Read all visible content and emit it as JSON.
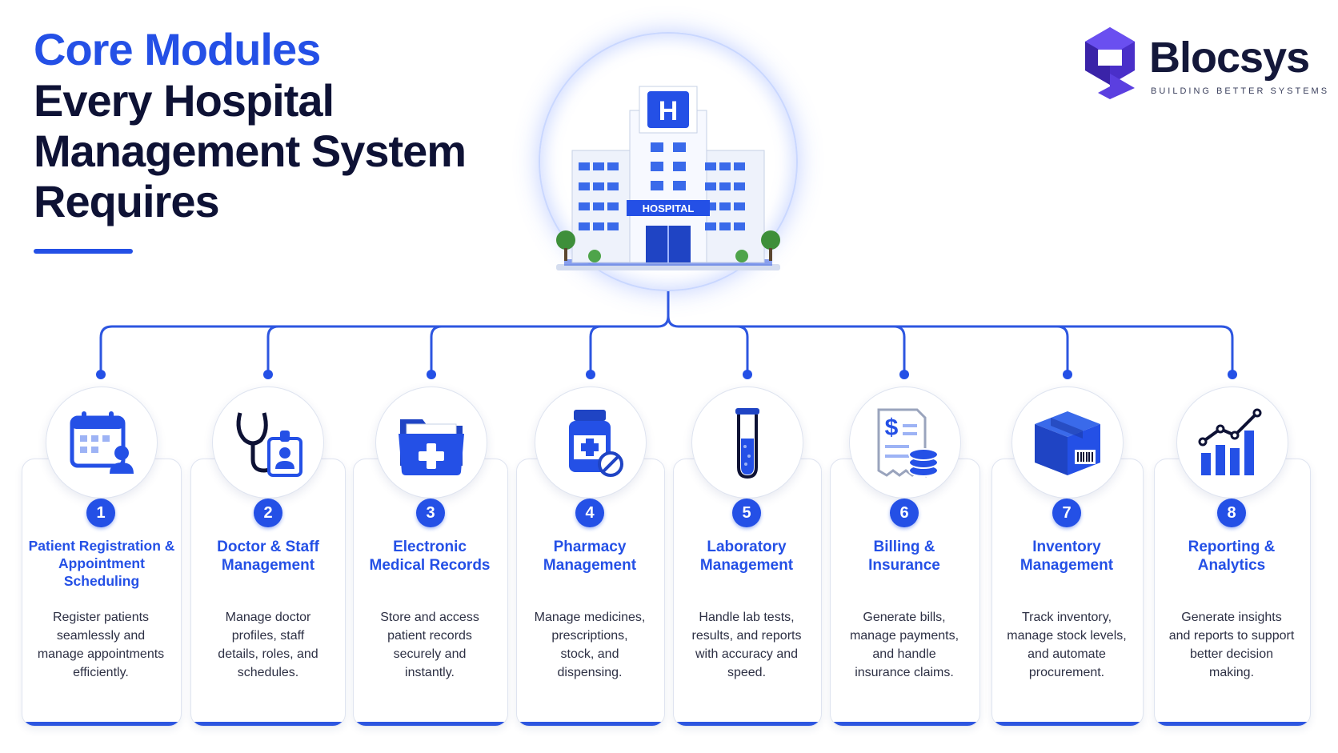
{
  "title": {
    "accent": "Core Modules",
    "main": "Every Hospital\nManagement System\nRequires"
  },
  "logo": {
    "name": "Blocsys",
    "tagline": "BUILDING BETTER SYSTEMS"
  },
  "hub": {
    "sign_letter": "H",
    "building_label": "HOSPITAL"
  },
  "colors": {
    "accent": "#2450e6",
    "dark_text": "#0e1235",
    "line": "#2d56e0"
  },
  "modules": [
    {
      "number": "1",
      "icon": "calendar-user-icon",
      "title": "Patient Registration &\nAppointment\nScheduling",
      "description": "Register patients\nseamlessly and\nmanage appointments\nefficiently."
    },
    {
      "number": "2",
      "icon": "stethoscope-badge-icon",
      "title": "Doctor & Staff\nManagement",
      "description": "Manage doctor\nprofiles, staff\ndetails, roles, and\nschedules."
    },
    {
      "number": "3",
      "icon": "medical-folder-icon",
      "title": "Electronic\nMedical Records",
      "description": "Store and access\npatient records\nsecurely and\ninstantly."
    },
    {
      "number": "4",
      "icon": "medicine-bottle-icon",
      "title": "Pharmacy\nManagement",
      "description": "Manage medicines,\nprescriptions,\nstock, and\ndispensing."
    },
    {
      "number": "5",
      "icon": "test-tube-icon",
      "title": "Laboratory\nManagement",
      "description": "Handle lab tests,\nresults, and reports\nwith accuracy and\nspeed."
    },
    {
      "number": "6",
      "icon": "bill-coins-icon",
      "title": "Billing &\nInsurance",
      "description": "Generate bills,\nmanage payments,\nand handle\ninsurance claims."
    },
    {
      "number": "7",
      "icon": "package-box-icon",
      "title": "Inventory\nManagement",
      "description": "Track inventory,\nmanage stock levels,\nand automate\nprocurement."
    },
    {
      "number": "8",
      "icon": "bar-chart-trend-icon",
      "title": "Reporting &\nAnalytics",
      "description": "Generate insights\nand reports to support\nbetter decision\nmaking."
    }
  ]
}
